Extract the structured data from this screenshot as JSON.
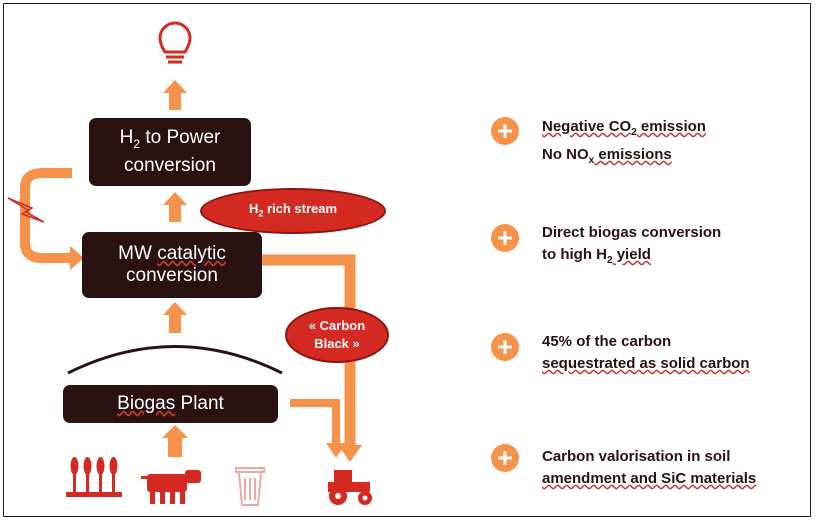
{
  "diagram": {
    "h2_power_box": {
      "text": "H2 to Power conversion",
      "prefix": "H",
      "sub": "2",
      "line1_rest": " to Power",
      "line2": "conversion"
    },
    "mw_box": {
      "line1_a": "MW ",
      "line1_b": "catalytic",
      "line2": "conversion"
    },
    "biogas_box": {
      "text_a": "Biogas",
      "text_b": " Plant"
    },
    "h2_stream": {
      "prefix": "H",
      "sub": "2",
      "rest": " rich stream"
    },
    "carbon_black": {
      "line1": "« Carbon",
      "line2": "Black »"
    }
  },
  "benefits": [
    {
      "a": "Negative CO",
      "sub": "2",
      "b": " emission",
      "line2_a": "No NO",
      "line2_sub": "x",
      "line2_b": " emissions"
    },
    {
      "line1": "Direct biogas conversion",
      "line2_a": "to high H",
      "line2_sub": "2",
      "line2_b": " yield"
    },
    {
      "line1": "45% of the carbon",
      "line2": "sequestrated as solid carbon"
    },
    {
      "line1": "Carbon valorisation in soil",
      "line2": "amendment and SiC materials"
    }
  ],
  "colors": {
    "dark_box": "#2b1212",
    "orange": "#f7924a",
    "red": "#d42a22"
  },
  "icons": [
    "lightbulb-icon",
    "lightning-icon",
    "wheat-icon",
    "cow-icon",
    "trash-bin-icon",
    "tractor-icon"
  ]
}
